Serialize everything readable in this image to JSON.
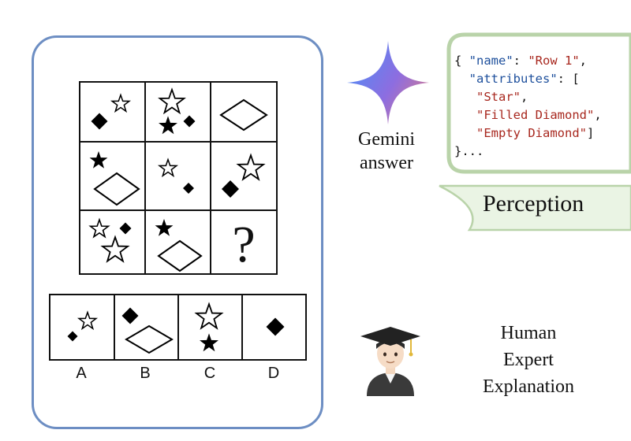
{
  "puzzle": {
    "rows": [
      [
        "filled-diamond-empty-star",
        "empty-star-filled-star-filled-diamond",
        "empty-diamond"
      ],
      [
        "filled-star-empty-diamond",
        "empty-star-filled-diamond",
        "filled-diamond-empty-star"
      ],
      [
        "empty-stars-filled-diamond",
        "filled-star-empty-diamond",
        "question-mark"
      ]
    ],
    "question_mark": "?",
    "options": [
      {
        "label": "A",
        "content": "filled-diamond-empty-star"
      },
      {
        "label": "B",
        "content": "filled-diamond-empty-diamond"
      },
      {
        "label": "C",
        "content": "empty-star-filled-star"
      },
      {
        "label": "D",
        "content": "filled-diamond"
      }
    ]
  },
  "gemini": {
    "icon": "gemini-sparkle-icon",
    "label_line1": "Gemini",
    "label_line2": "answer",
    "gradient_colors": [
      "#4d8ef7",
      "#8d6de0",
      "#d77a8c"
    ]
  },
  "perception": {
    "code": {
      "open": "{ ",
      "name_key": "\"name\"",
      "colon": ": ",
      "name_value": "\"Row 1\"",
      "comma": ",",
      "attr_key": "\"attributes\"",
      "attr_open": ": [",
      "attr1": "\"Star\"",
      "attr2": "\"Filled Diamond\"",
      "attr3": "\"Empty Diamond\"",
      "attr_close": "]",
      "close": "}..."
    },
    "label": "Perception",
    "bubble_fill": "#eaf4e4",
    "bubble_stroke": "#b9d3a9"
  },
  "expert": {
    "icon": "student-graduate-icon",
    "line1": "Human",
    "line2": "Expert",
    "line3": "Explanation"
  },
  "colors": {
    "card_border": "#6d8ec3",
    "code_key": "#1d4f9c",
    "code_string": "#a8281f"
  }
}
